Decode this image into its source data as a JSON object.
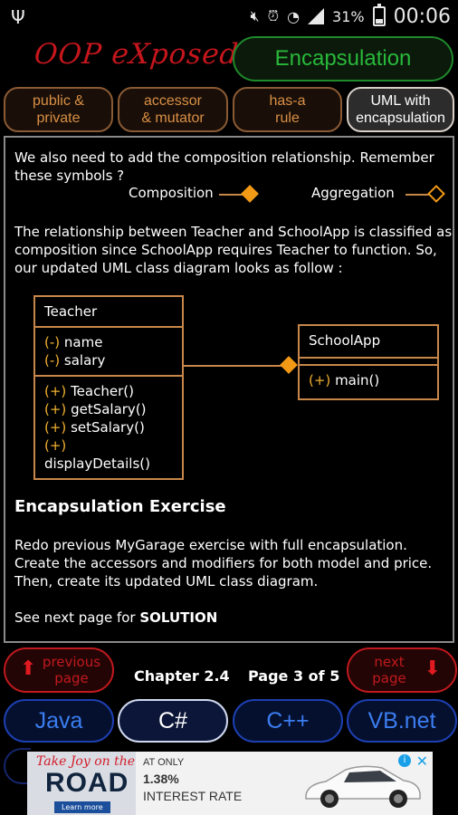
{
  "status_bar": {
    "battery": "31%",
    "time": "00:06"
  },
  "header": {
    "logo": "OOP eXposed",
    "topic": "Encapsulation"
  },
  "tabs": [
    {
      "line1": "public &",
      "line2": "private"
    },
    {
      "line1": "accessor",
      "line2": "& mutator"
    },
    {
      "line1": "has-a",
      "line2": "rule"
    },
    {
      "line1": "UML with",
      "line2": "encapsulation"
    }
  ],
  "content": {
    "intro": "We also need to add the composition relationship.  Remember these symbols ?",
    "legend": {
      "composition": "Composition",
      "aggregation": "Aggregation"
    },
    "relationship": "The relationship between Teacher and SchoolApp is classified as composition since SchoolApp requires Teacher to function. So, our updated UML class diagram looks as follow :",
    "uml": {
      "teacher": {
        "name": "Teacher",
        "attributes": [
          {
            "vis": "(-)",
            "text": "name"
          },
          {
            "vis": "(-)",
            "text": "salary"
          }
        ],
        "methods": [
          {
            "vis": "(+)",
            "text": "Teacher()"
          },
          {
            "vis": "(+)",
            "text": "getSalary()"
          },
          {
            "vis": "(+)",
            "text": "setSalary()"
          },
          {
            "vis": "(+)",
            "text": "displayDetails()"
          }
        ]
      },
      "schoolapp": {
        "name": "SchoolApp",
        "methods": [
          {
            "vis": "(+)",
            "text": "main()"
          }
        ]
      }
    },
    "exercise_title": "Encapsulation Exercise",
    "exercise_text": "Redo previous MyGarage exercise with full encapsulation. Create the accessors and modifiers for both model and price. Then, create its updated UML class diagram.",
    "see_next_prefix": "See next page for ",
    "see_next_bold": "SOLUTION"
  },
  "nav": {
    "previous_line1": "previous",
    "previous_line2": "page",
    "chapter": "Chapter 2.4",
    "page": "Page 3 of 5",
    "next_line1": "next",
    "next_line2": "page"
  },
  "languages": [
    "Java",
    "C#",
    "C++",
    "VB.net"
  ],
  "ad": {
    "script": "Take Joy on the",
    "headline": "ROAD",
    "learn": "Learn more",
    "line1": "AT ONLY",
    "line2": "1.38%",
    "line3": "INTEREST RATE"
  }
}
